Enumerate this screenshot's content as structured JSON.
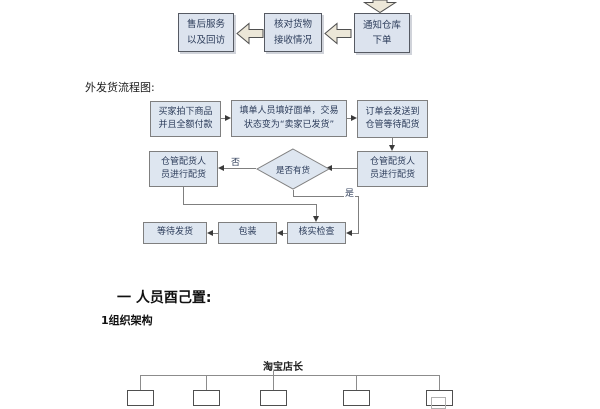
{
  "colors": {
    "flow_box_fill": "#dee6f0",
    "flow_box_border": "#7f7f7f",
    "flow_text": "#2c3c5a",
    "block_arrow_fill": "#ece7d8",
    "block_arrow_border": "#4f4f4f",
    "connector": "#7f7f7f",
    "org_line": "#8c8c8c"
  },
  "purchase_flow": {
    "after_sales": {
      "line1": "售后服务",
      "line2": "以及回访"
    },
    "verify_receipt": {
      "line1": "核对货物",
      "line2": "接收情况"
    },
    "notify_warehouse": {
      "line1": "通知仓库",
      "line2": "下单"
    }
  },
  "shipping_section": {
    "heading": "外发货流程图:"
  },
  "shipping_flow": {
    "buyer_order": {
      "line1": "买家拍下商品",
      "line2": "并且全额付款"
    },
    "fill_waybill": {
      "line1": "填单人员填好面单，交易",
      "line2": "状态变为“卖家已发货”"
    },
    "send_to_warehouse": {
      "line1": "订单会发送到",
      "line2": "仓管等待配货"
    },
    "picker_right": {
      "line1": "仓管配货人",
      "line2": "员进行配货"
    },
    "decision_has_stock": "是否有货",
    "picker_left": {
      "line1": "仓管配货人",
      "line2": "员进行配货"
    },
    "label_no": "否",
    "label_yes": "是",
    "verify_check": "核实检查",
    "packing": "包装",
    "await_shipping": "等待发货"
  },
  "personnel_section": {
    "heading": "一 人员酉己置:",
    "sub_heading": "1组织架构"
  },
  "org_chart": {
    "root": "淘宝店长"
  }
}
